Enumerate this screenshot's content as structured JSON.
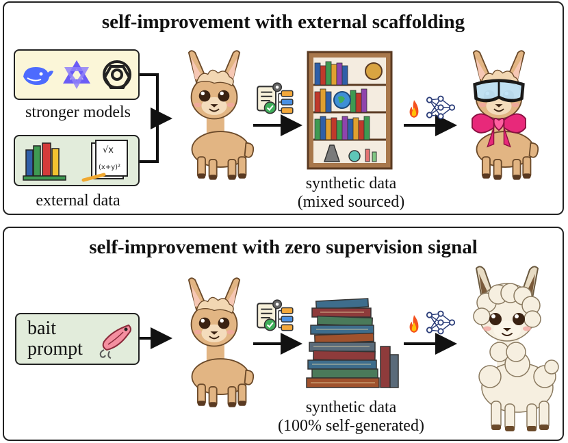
{
  "top_panel": {
    "title": "self-improvement with external scaffolding",
    "sources": [
      {
        "label": "stronger models",
        "icons": [
          "deepseek-whale-icon",
          "tongyi-logo-icon",
          "openai-logo-icon"
        ]
      },
      {
        "label": "external data",
        "icons": [
          "books-icon",
          "math-worksheet-icon"
        ]
      }
    ],
    "worksheet_text": {
      "line1": "√x",
      "line2": "(x+y)²"
    },
    "data_label_line1": "synthetic data",
    "data_label_line2": "(mixed sourced)",
    "training_icons": [
      "fire-icon",
      "neural-network-icon"
    ],
    "result": "llama-with-goggles-and-bow"
  },
  "bottom_panel": {
    "title": "self-improvement with zero supervision signal",
    "source_label_line1": "bait",
    "source_label_line2": "prompt",
    "source_icon": "fishing-lure-icon",
    "data_label_line1": "synthetic data",
    "data_label_line2": "(100% self-generated)",
    "training_icons": [
      "fire-icon",
      "neural-network-icon"
    ],
    "result": "fluffy-white-llama"
  },
  "colors": {
    "source_box_yellow": "#fbf6d8",
    "source_box_green": "#e2ecdb",
    "llama_fur": "#e2b583",
    "llama_fur_light": "#f2d7b3",
    "fluffy_llama_fur": "#f6efe0",
    "accent_blue": "#4d6bfe",
    "bow_pink": "#e8297a"
  }
}
